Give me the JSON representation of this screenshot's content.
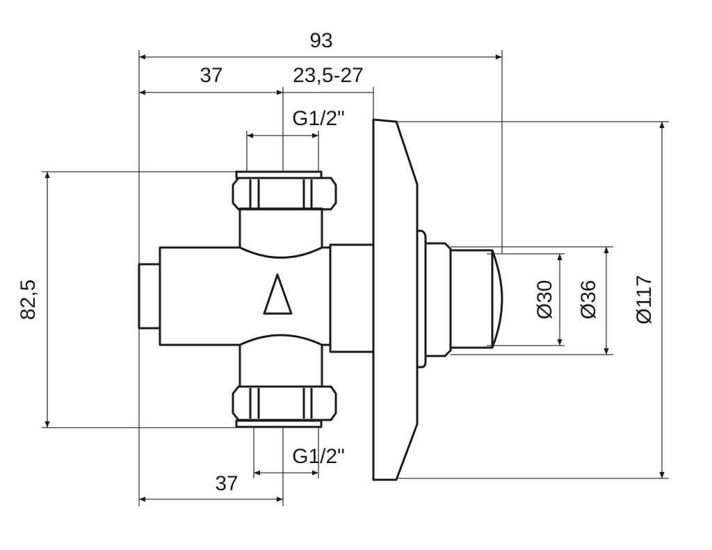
{
  "dimensions": {
    "overall_width": "93",
    "top_left_offset": "37",
    "wall_range": "23,5-27",
    "top_thread": "G1/2\"",
    "inlet_spacing": "82,5",
    "button_dia_small": "Ø30",
    "button_dia_large": "Ø36",
    "flange_dia": "Ø117",
    "bottom_thread": "G1/2\"",
    "bottom_left_offset": "37"
  }
}
